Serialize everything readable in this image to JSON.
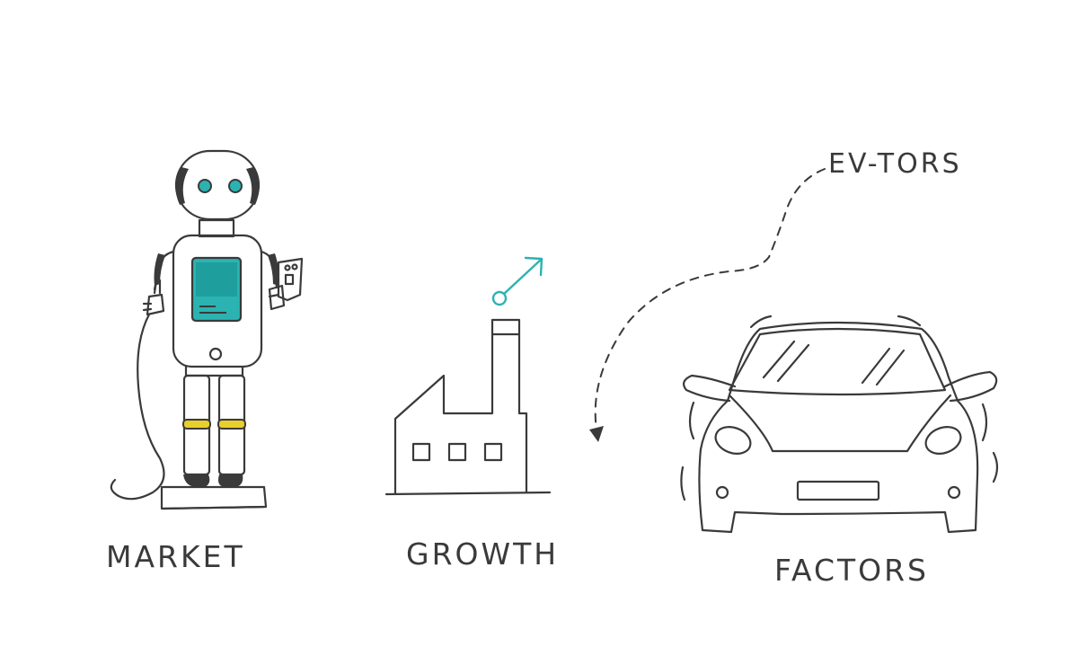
{
  "labels": {
    "market": "MARKET",
    "growth": "GROWTH",
    "factors": "FACTORS",
    "ev_tors": "EV-TORS"
  },
  "colors": {
    "ink": "#3a3a3a",
    "accent_teal": "#2bb3b1",
    "accent_yellow": "#e8cf2a",
    "background": "#ffffff"
  },
  "icons": [
    "robot-illustration",
    "factory-illustration",
    "growth-arrow-icon",
    "car-illustration",
    "dashed-curved-arrow"
  ]
}
